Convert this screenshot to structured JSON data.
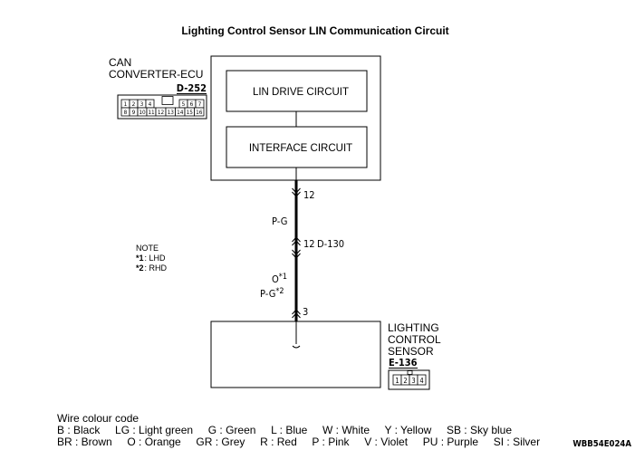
{
  "title": "Lighting Control Sensor LIN Communication Circuit",
  "ecu": {
    "label_line1": "CAN",
    "label_line2": "CONVERTER-ECU",
    "connector_id": "D-252",
    "connector_pins_top": [
      "1",
      "2",
      "3",
      "4",
      "5",
      "6",
      "7"
    ],
    "connector_pins_bottom": [
      "8",
      "9",
      "10",
      "11",
      "12",
      "13",
      "14",
      "15",
      "16"
    ],
    "blocks": [
      "LIN DRIVE CIRCUIT",
      "INTERFACE CIRCUIT"
    ]
  },
  "wire": {
    "ecu_pin": "12",
    "color_upper": "P-G",
    "junction_pin": "12",
    "junction_connector": "D-130",
    "color_lower_1": "O",
    "color_lower_1_mark": "*1",
    "color_lower_2": "P-G",
    "color_lower_2_mark": "*2",
    "sensor_pin": "3"
  },
  "note": {
    "title": "NOTE",
    "items": [
      {
        "mark": "*1",
        "text": ": LHD"
      },
      {
        "mark": "*2",
        "text": ": RHD"
      }
    ]
  },
  "sensor": {
    "label_line1": "LIGHTING",
    "label_line2": "CONTROL",
    "label_line3": "SENSOR",
    "connector_id": "E-136",
    "connector_pins": [
      "1",
      "2",
      "3",
      "4"
    ]
  },
  "legend": {
    "title": "Wire colour code",
    "row1": "B : Black     LG : Light green     G : Green     L : Blue     W : White     Y : Yellow     SB : Sky blue",
    "row2": "BR : Brown     O : Orange     GR : Grey     R : Red     P : Pink     V : Violet     PU : Purple     SI : Silver"
  },
  "figure_code": "WBB54E024A"
}
